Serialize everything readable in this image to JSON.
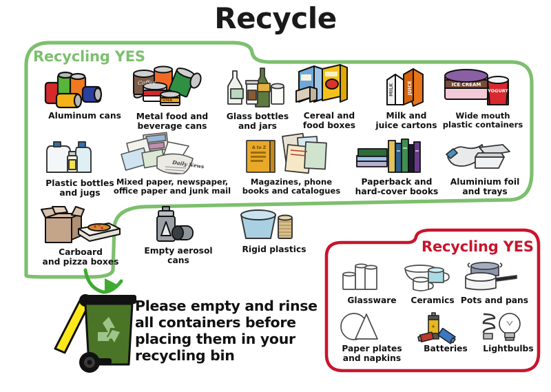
{
  "poster": {
    "title": "Recycle",
    "bg_color": "#ffffff",
    "green_color": "#7dbf6e",
    "red_color": "#c8152c"
  },
  "accept_section": {
    "heading": "Recycling YES",
    "border_color": "#7dbf6e",
    "items": [
      {
        "label": "Aluminum cans",
        "icon": "aluminum-cans-icon"
      },
      {
        "label": "Metal food and\nbeverage cans",
        "icon": "metal-cans-icon"
      },
      {
        "label": "Glass bottles\nand jars",
        "icon": "glass-bottles-icon"
      },
      {
        "label": "Cereal and\nfood boxes",
        "icon": "cereal-boxes-icon"
      },
      {
        "label": "Milk and\njuice cartons",
        "icon": "milk-cartons-icon"
      },
      {
        "label": "Wide mouth\nplastic containers",
        "icon": "plastic-containers-icon"
      },
      {
        "label": "Plastic bottles\nand jugs",
        "icon": "plastic-bottles-icon"
      },
      {
        "label": "Mixed paper, newspaper,\noffice paper and junk mail",
        "icon": "mixed-paper-icon"
      },
      {
        "label": "Magazines, phone\nbooks and catalogues",
        "icon": "magazines-icon"
      },
      {
        "label": "Paperback and\nhard-cover books",
        "icon": "books-icon"
      },
      {
        "label": "Aluminium foil\nand trays",
        "icon": "aluminium-foil-icon"
      },
      {
        "label": "Carboard\nand pizza boxes",
        "icon": "cardboard-boxes-icon"
      },
      {
        "label": "Empty aerosol\ncans",
        "icon": "aerosol-can-icon"
      },
      {
        "label": "Rigid plastics",
        "icon": "rigid-plastics-icon"
      }
    ]
  },
  "reject_section": {
    "heading": "Recycling YES",
    "border_color": "#c8152c",
    "items": [
      {
        "label": "Glassware",
        "icon": "glassware-icon"
      },
      {
        "label": "Ceramics",
        "icon": "ceramics-icon"
      },
      {
        "label": "Pots and pans",
        "icon": "pots-and-pans-icon"
      },
      {
        "label": "Paper plates\nand napkins",
        "icon": "paper-plates-icon"
      },
      {
        "label": "Batteries",
        "icon": "batteries-icon"
      },
      {
        "label": "Lightbulbs",
        "icon": "lightbulbs-icon"
      }
    ]
  },
  "message": {
    "text": "Please empty and rinse\nall containers before\nplacing them in your\nrecycling bin"
  },
  "bin": {
    "icon": "recycling-wheelie-bin-icon",
    "body_color": "#4a7526",
    "lid_color": "#111111",
    "arm_color": "#ffe81a",
    "logo_color": "#9ec48a"
  },
  "arrow": {
    "icon": "curved-arrow-icon",
    "color": "#3faa32"
  }
}
